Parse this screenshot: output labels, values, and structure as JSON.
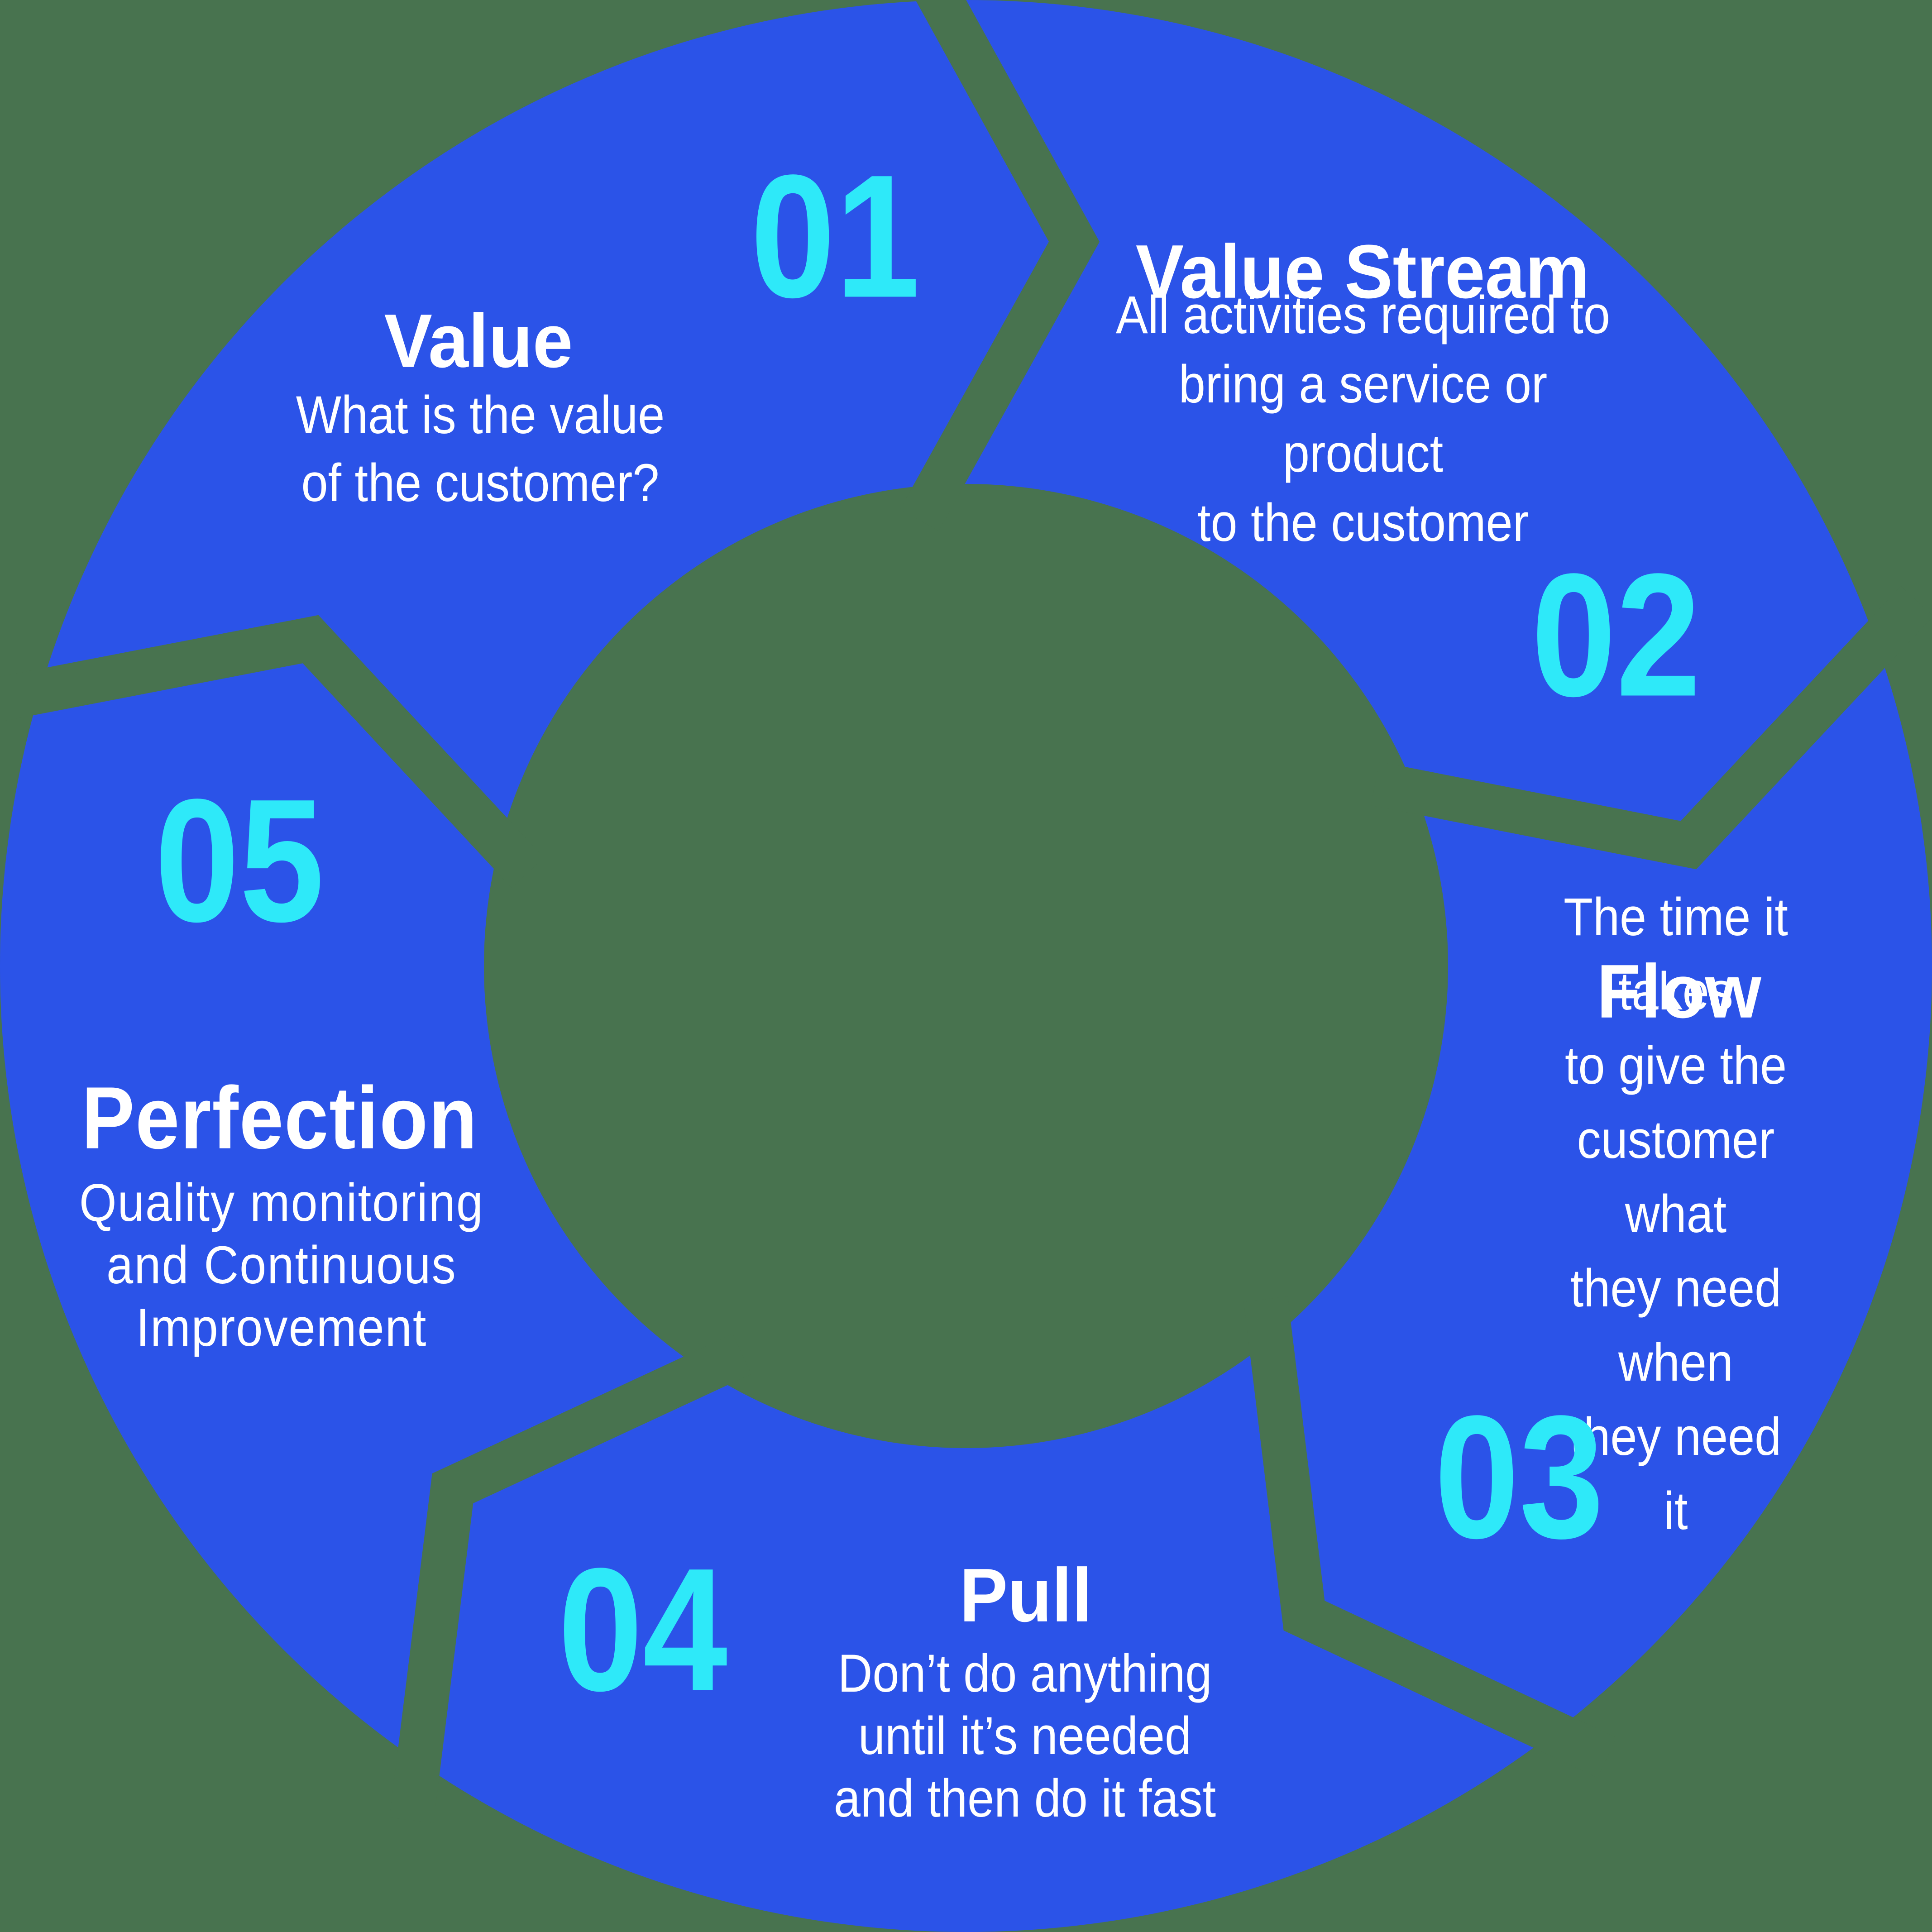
{
  "colors": {
    "background": "#48734F",
    "ring": "#2B53E8",
    "number": "#2EE9F9",
    "text": "#FFFFFF"
  },
  "diagram": {
    "type": "cycle",
    "segments": [
      {
        "number": "01",
        "title": "Value",
        "description": "What is the value\nof the customer?"
      },
      {
        "number": "02",
        "title": "Value Stream",
        "description": "All activities required to\nbring a service or product\nto the customer"
      },
      {
        "number": "03",
        "title": "Flow",
        "description": "The time it takes\nto give the\ncustomer what\nthey need when\nthey need it"
      },
      {
        "number": "04",
        "title": "Pull",
        "description": "Don’t do anything\nuntil it’s needed\nand then do it fast"
      },
      {
        "number": "05",
        "title": "Perfection",
        "description": "Quality monitoring\nand Continuous\nImprovement"
      }
    ]
  }
}
